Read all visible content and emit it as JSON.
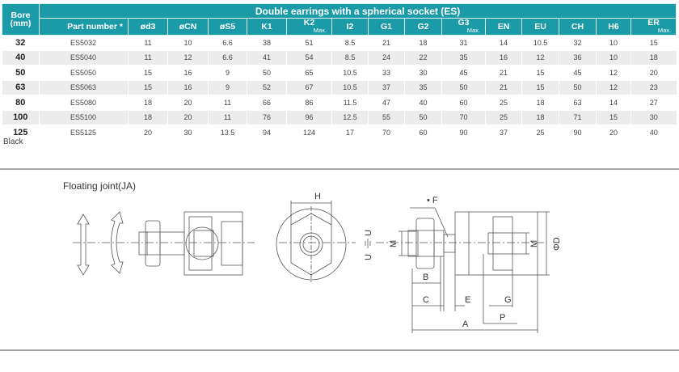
{
  "table": {
    "group_title": "Double earrings with a spherical socket (ES)",
    "bore_header": "Bore\n(mm)",
    "bore_l1": "Bore",
    "bore_l2": "(mm)",
    "columns": [
      {
        "label": "Part number *",
        "sub": ""
      },
      {
        "label": "ød3",
        "sub": ""
      },
      {
        "label": "øCN",
        "sub": ""
      },
      {
        "label": "øS5",
        "sub": ""
      },
      {
        "label": "K1",
        "sub": ""
      },
      {
        "label": "K2",
        "sub": "Max."
      },
      {
        "label": "I2",
        "sub": ""
      },
      {
        "label": "G1",
        "sub": ""
      },
      {
        "label": "G2",
        "sub": ""
      },
      {
        "label": "G3",
        "sub": "Max."
      },
      {
        "label": "EN",
        "sub": ""
      },
      {
        "label": "EU",
        "sub": ""
      },
      {
        "label": "CH",
        "sub": ""
      },
      {
        "label": "H6",
        "sub": ""
      },
      {
        "label": "ER",
        "sub": "Max."
      }
    ],
    "rows": [
      [
        "32",
        "ES5032",
        "11",
        "10",
        "6.6",
        "38",
        "51",
        "8.5",
        "21",
        "18",
        "31",
        "14",
        "10.5",
        "32",
        "10",
        "15"
      ],
      [
        "40",
        "ES5040",
        "11",
        "12",
        "6.6",
        "41",
        "54",
        "8.5",
        "24",
        "22",
        "35",
        "16",
        "12",
        "36",
        "10",
        "18"
      ],
      [
        "50",
        "ES5050",
        "15",
        "16",
        "9",
        "50",
        "65",
        "10.5",
        "33",
        "30",
        "45",
        "21",
        "15",
        "45",
        "12",
        "20"
      ],
      [
        "63",
        "ES5063",
        "15",
        "16",
        "9",
        "52",
        "67",
        "10.5",
        "37",
        "35",
        "50",
        "21",
        "15",
        "50",
        "12",
        "23"
      ],
      [
        "80",
        "ES5080",
        "18",
        "20",
        "11",
        "66",
        "86",
        "11.5",
        "47",
        "40",
        "60",
        "25",
        "18",
        "63",
        "14",
        "27"
      ],
      [
        "100",
        "ES5100",
        "18",
        "20",
        "11",
        "76",
        "96",
        "12.5",
        "55",
        "50",
        "70",
        "25",
        "18",
        "71",
        "15",
        "30"
      ],
      [
        "125",
        "ES5125",
        "20",
        "30",
        "13.5",
        "94",
        "124",
        "17",
        "70",
        "60",
        "90",
        "37",
        "25",
        "90",
        "20",
        "40"
      ]
    ],
    "note": "Black"
  },
  "drawing": {
    "title": "Floating joint(JA)",
    "labels": {
      "H": "H",
      "F": "• F",
      "U1": "U",
      "U2": "U",
      "M1": "M",
      "M2": "M",
      "D": "ΦD",
      "B": "B",
      "C": "C",
      "E": "E",
      "A": "A",
      "G": "G",
      "P": "P"
    }
  },
  "colors": {
    "header": "#1b9aa8",
    "alt_row": "#ececec"
  }
}
